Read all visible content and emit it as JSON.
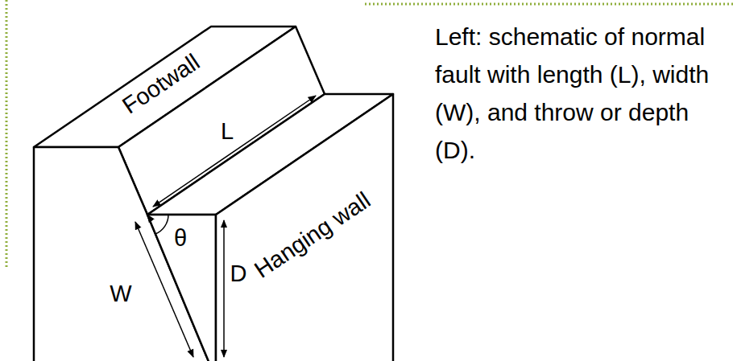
{
  "diagram": {
    "caption": "Left: schematic of normal fault with length (L), width (W), and throw or depth (D).",
    "labels": [
      "Footwall",
      "L",
      "θ",
      "W",
      "D",
      "Hanging wall"
    ]
  }
}
